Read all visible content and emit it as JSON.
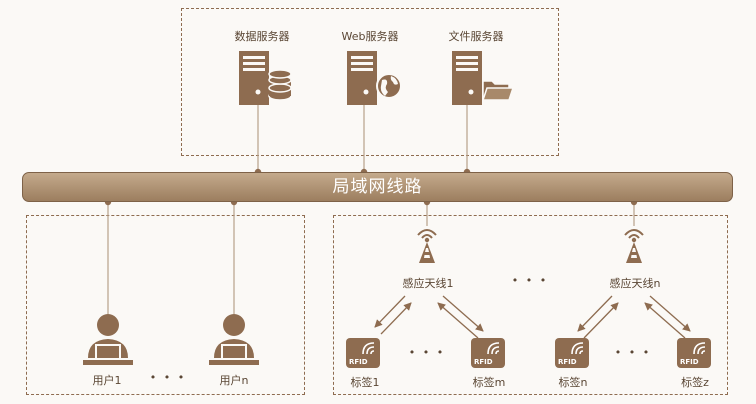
{
  "servers": [
    {
      "label": "数据服务器",
      "icon": "database-server-icon"
    },
    {
      "label": "Web服务器",
      "icon": "web-server-icon"
    },
    {
      "label": "文件服务器",
      "icon": "file-server-icon"
    }
  ],
  "bus_label": "局域网线路",
  "users": [
    {
      "label": "用户1"
    },
    {
      "label": "用户n"
    }
  ],
  "ellipsis": "• • •",
  "antennas": [
    {
      "label": "感应天线1"
    },
    {
      "label": "感应天线n"
    }
  ],
  "tags": [
    {
      "label": "标签1"
    },
    {
      "label": "标签m"
    },
    {
      "label": "标签n"
    },
    {
      "label": "标签z"
    }
  ],
  "rfid_text": "RFID",
  "colors": {
    "primary": "#8e6c50",
    "accent": "#a8896a",
    "bus_text": "#ffffff"
  }
}
